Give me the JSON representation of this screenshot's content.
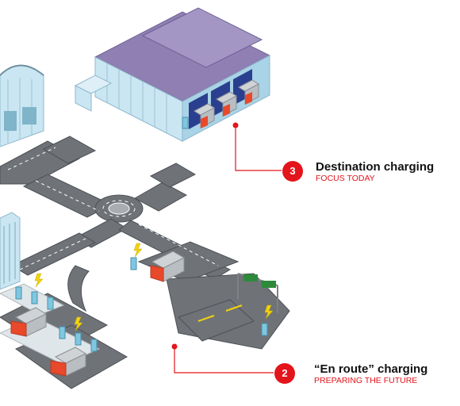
{
  "callouts": [
    {
      "number": "3",
      "title": "Destination charging",
      "subtitle": "FOCUS TODAY"
    },
    {
      "number": "2",
      "title": "“En route” charging",
      "subtitle": "PREPARING THE FUTURE"
    }
  ],
  "colors": {
    "accent_red": "#e3141b",
    "road": "#6f7378",
    "road_mark": "#ffffff",
    "warehouse_wall": "#c9e6f2",
    "warehouse_roof": "#8f7fb3",
    "warehouse_door": "#2a3f8f",
    "truck_cab": "#e8492b",
    "truck_box": "#cfd3d6",
    "charger": "#7fc7e0",
    "lightning": "#f2d20c"
  }
}
